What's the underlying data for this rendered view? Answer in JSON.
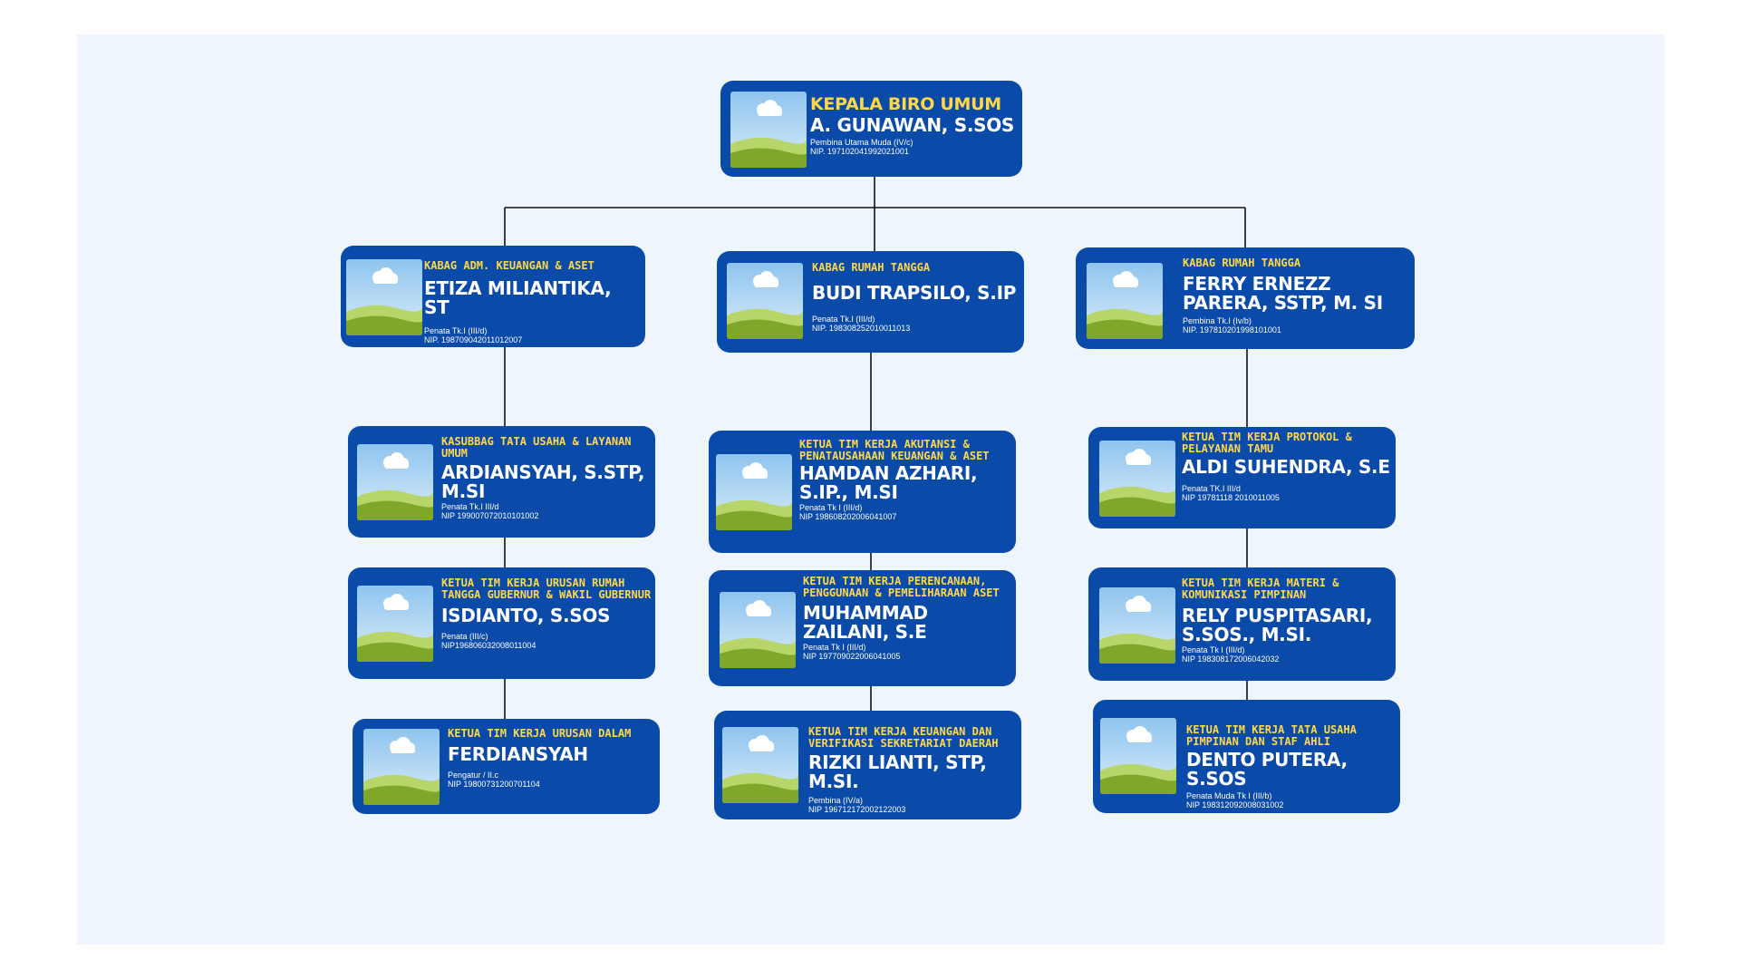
{
  "colors": {
    "canvas": "#eef5fd",
    "card": "#0a4aa8",
    "role": "#ffd84a",
    "text": "#ffffff",
    "connector": "#111111"
  },
  "photo_icon": "landscape-placeholder-icon",
  "head": {
    "role": "KEPALA BIRO UMUM",
    "name": "A. GUNAWAN, S.SOS",
    "rank": "Pembina Utama Muda (IV/c)",
    "nip": "NIP. 197102041992021001"
  },
  "kabag": [
    {
      "role": "KABAG ADM. KEUANGAN & ASET",
      "name": "ETIZA MILIANTIKA, ST",
      "rank": "Penata Tk.I (III/d)",
      "nip": "NIP. 198709042011012007"
    },
    {
      "role": "KABAG RUMAH TANGGA",
      "name": "BUDI TRAPSILO, S.IP",
      "rank": "Penata Tk.I (III/d)",
      "nip": "NIP. 198308252010011013"
    },
    {
      "role": "KABAG RUMAH TANGGA",
      "name": "FERRY ERNEZZ PARERA, SSTP, M. SI",
      "rank": "Pembina Tk.I (Iv/b)",
      "nip": "NIP. 197810201998101001"
    }
  ],
  "col1": [
    {
      "role": "KASUBBAG TATA USAHA & LAYANAN UMUM",
      "name": "ARDIANSYAH, S.STP, M.SI",
      "rank": "Penata Tk.I III/d",
      "nip": "NIP 199007072010101002"
    },
    {
      "role": "KETUA TIM KERJA URUSAN RUMAH TANGGA GUBERNUR & WAKIL GUBERNUR",
      "name": "ISDIANTO, S.SOS",
      "rank": "Penata (III/c)",
      "nip": "NIP196806032008011004"
    },
    {
      "role": "KETUA TIM KERJA URUSAN DALAM",
      "name": "FERDIANSYAH",
      "rank": "Pengatur / II.c",
      "nip": "NIP 19800731200701104"
    }
  ],
  "col2": [
    {
      "role": "KETUA TIM KERJA AKUTANSI & PENATAUSAHAAN KEUANGAN & ASET",
      "name": "HAMDAN AZHARI, S.IP., M.SI",
      "rank": "Penata Tk I (III/d)",
      "nip": "NIP 198608202006041007"
    },
    {
      "role": "KETUA TIM KERJA PERENCANAAN, PENGGUNAAN & PEMELIHARAAN ASET",
      "name": "MUHAMMAD ZAILANI, S.E",
      "rank": "Penata Tk I (III/d)",
      "nip": "NIP 197709022006041005"
    },
    {
      "role": "KETUA TIM KERJA KEUANGAN DAN VERIFIKASI SEKRETARIAT DAERAH",
      "name": "RIZKI LIANTI, STP, M.SI.",
      "rank": "Pembina (IV/a)",
      "nip": "NIP 196712172002122003"
    }
  ],
  "col3": [
    {
      "role": "KETUA TIM KERJA PROTOKOL & PELAYANAN TAMU",
      "name": "ALDI SUHENDRA, S.E",
      "rank": "Penata TK.I III/d",
      "nip": "NIP 19781118 2010011005"
    },
    {
      "role": "KETUA TIM KERJA MATERI & KOMUNIKASI PIMPINAN",
      "name": "RELY PUSPITASARI, S.SOS., M.SI.",
      "rank": "Penata Tk I (III/d)",
      "nip": "NIP 198308172006042032"
    },
    {
      "role": "KETUA TIM KERJA TATA USAHA PIMPINAN DAN STAF AHLI",
      "name": "DENTO PUTERA, S.SOS",
      "rank": "Penata Muda Tk I (III/b)",
      "nip": "NIP 198312092008031002"
    }
  ]
}
